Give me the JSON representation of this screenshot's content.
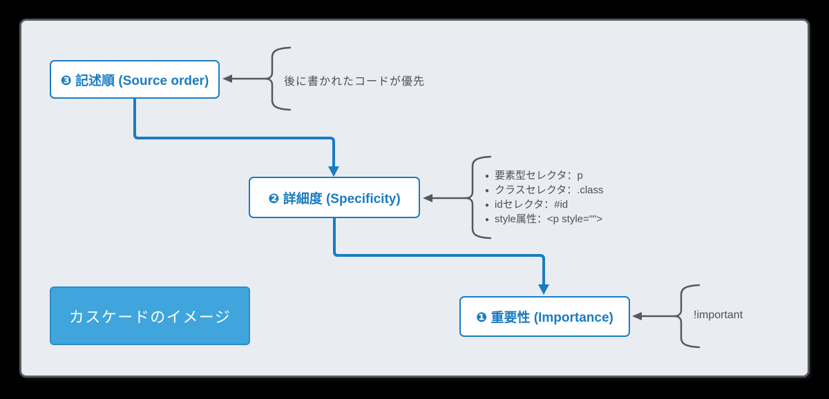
{
  "diagram": {
    "title_box_label": "カスケードのイメージ",
    "nodes": [
      {
        "id": "source-order",
        "label": "❸ 記述順 (Source order)"
      },
      {
        "id": "specificity",
        "label": "❷ 詳細度 (Specificity)"
      },
      {
        "id": "importance",
        "label": "❶ 重要性 (Importance)"
      }
    ],
    "annotations": {
      "source_order_note": "後に書かれたコードが優先",
      "specificity_items": [
        "要素型セレクタ：p",
        "クラスセレクタ：.class",
        "idセレクタ：#id",
        "style属性：<p style=\"\">"
      ],
      "importance_note": "!important"
    },
    "colors": {
      "accent_blue": "#1a7cc1",
      "title_fill_blue": "#3fa5dc",
      "title_border_blue": "#2d8dc5",
      "annotation_gray": "#4d5154",
      "card_background": "#e9edf2",
      "card_border": "#575b5f",
      "page_background": "#000000"
    }
  }
}
